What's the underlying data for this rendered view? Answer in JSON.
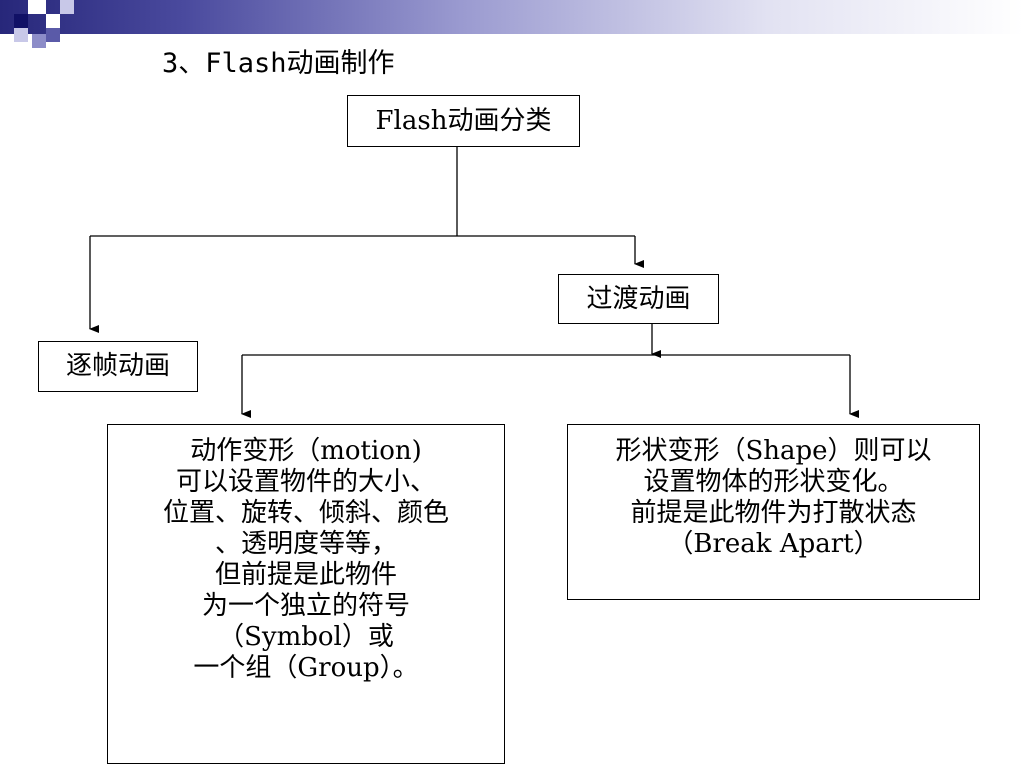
{
  "slide": {
    "title": "3、Flash动画制作"
  },
  "diagram": {
    "root": {
      "label": "Flash动画分类"
    },
    "tween": {
      "label": "过渡动画"
    },
    "frame_by_frame": {
      "label": "逐帧动画"
    },
    "motion": {
      "lines": [
        "动作变形（motion)",
        "可以设置物件的大小、",
        "位置、旋转、倾斜、颜色",
        "、透明度等等，",
        "但前提是此物件",
        "为一个独立的符号",
        "（Symbol）或",
        "一个组（Group）。"
      ]
    },
    "shape": {
      "lines": [
        "形状变形（Shape）则可以",
        "设置物体的形状变化。",
        "前提是此物件为打散状态",
        "（Break Apart）"
      ]
    }
  }
}
